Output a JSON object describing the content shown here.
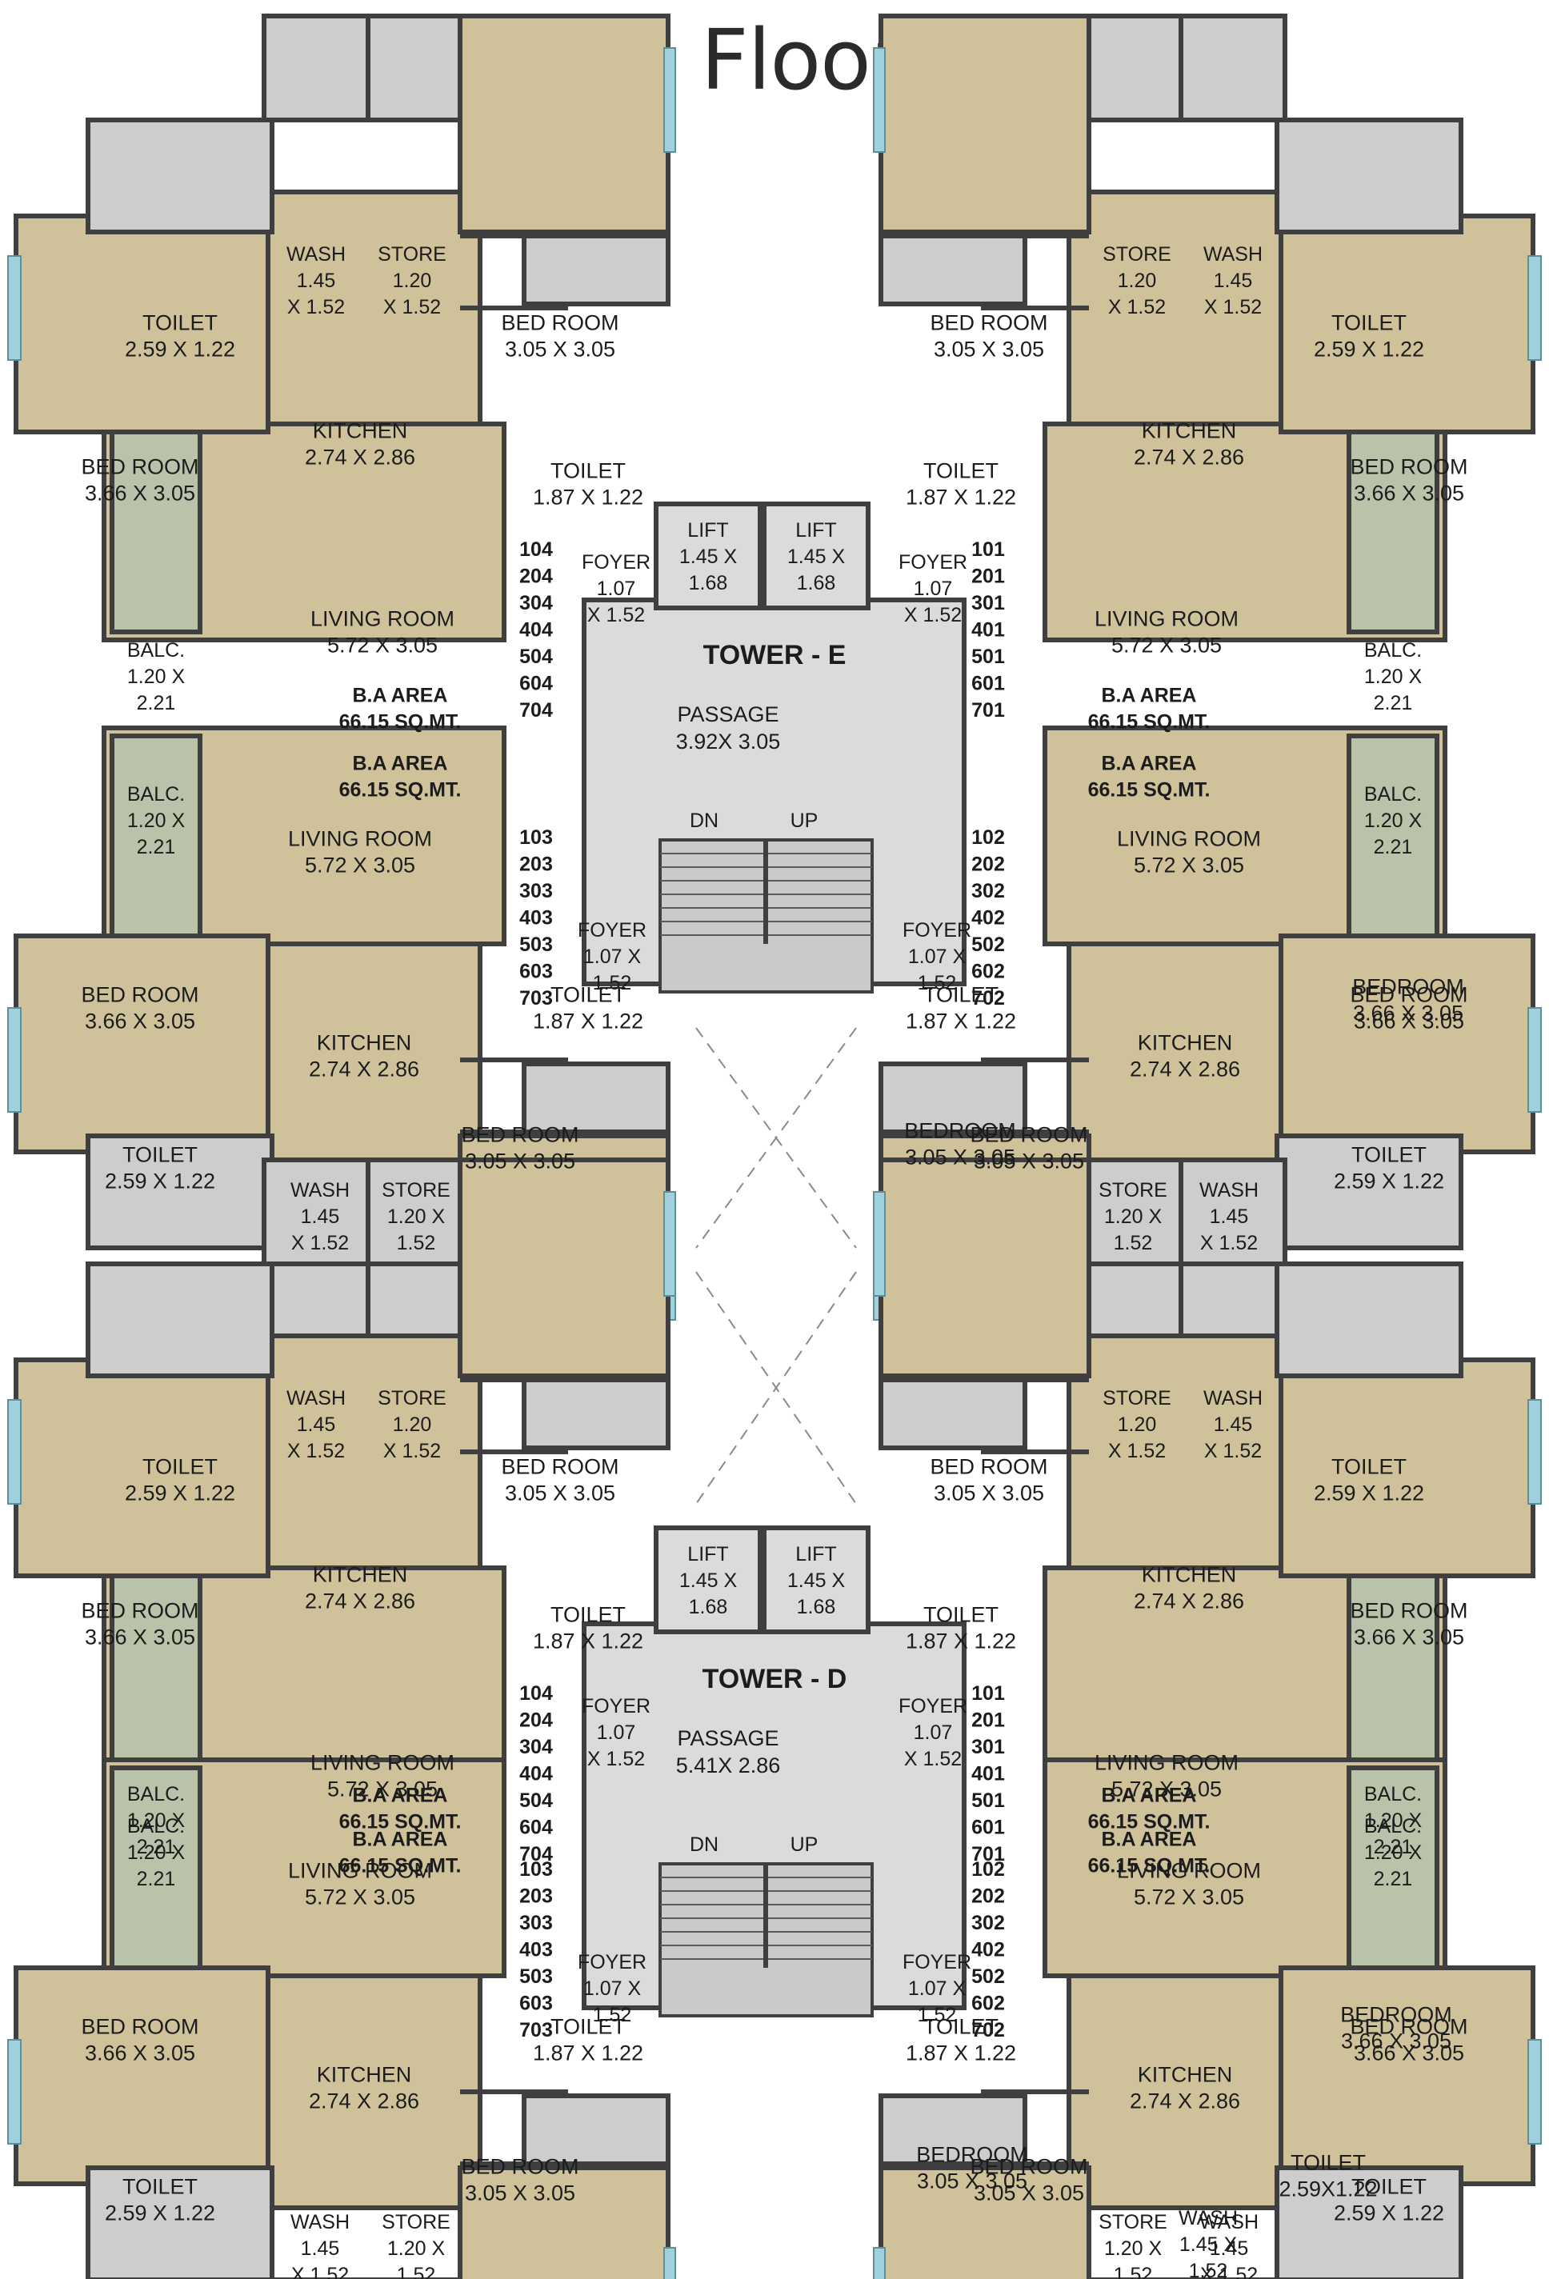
{
  "title": "Typical Floor Plan",
  "colors": {
    "room": "#cfc29b",
    "wet": "#cdcdcd",
    "balcony": "#b8c3a9",
    "core": "#d9dcd9",
    "wall": "#3f3f3f",
    "window": "#9fd1dd"
  },
  "towers": [
    {
      "id": "tower_e",
      "label": "TOWER - E",
      "passage": [
        "PASSAGE",
        "3.92X 3.05"
      ]
    },
    {
      "id": "tower_d",
      "label": "TOWER - D",
      "passage": [
        "PASSAGE",
        "5.41X 2.86"
      ]
    }
  ],
  "common": {
    "dn": "DN",
    "up": "UP",
    "lift": [
      "LIFT",
      "1.45 X",
      "1.68"
    ]
  },
  "flat_numbers": {
    "e_top_left": [
      "104",
      "204",
      "304",
      "404",
      "504",
      "604",
      "704"
    ],
    "e_top_right": [
      "101",
      "201",
      "301",
      "401",
      "501",
      "601",
      "701"
    ],
    "e_bottom_left": [
      "103",
      "203",
      "303",
      "403",
      "503",
      "603",
      "703"
    ],
    "e_bottom_right": [
      "102",
      "202",
      "302",
      "402",
      "502",
      "602",
      "702"
    ],
    "d_top_left": [
      "104",
      "204",
      "304",
      "404",
      "504",
      "604",
      "704"
    ],
    "d_top_right": [
      "101",
      "201",
      "301",
      "401",
      "501",
      "601",
      "701"
    ],
    "d_bottom_left": [
      "103",
      "203",
      "303",
      "403",
      "503",
      "603",
      "703"
    ],
    "d_bottom_right": [
      "102",
      "202",
      "302",
      "402",
      "502",
      "602",
      "702"
    ]
  },
  "labels": {
    "wash_a": [
      "WASH",
      "1.45",
      "X 1.52"
    ],
    "wash_b": [
      "WASH",
      "1.45",
      "X 1.52"
    ],
    "wash_c": [
      "WASH",
      "1.45 X",
      "1.52"
    ],
    "store_a": [
      "STORE",
      "1.20",
      "X 1.52"
    ],
    "store_b": [
      "STORE",
      "1.20 X",
      "1.52"
    ],
    "toilet_l": [
      "TOILET",
      "2.59 X 1.22"
    ],
    "toilet_s": [
      "TOILET",
      "1.87 X 1.22"
    ],
    "toilet_t": [
      "TOILET",
      "2.59X1.22"
    ],
    "bed_sm": [
      "BED ROOM",
      "3.05 X 3.05"
    ],
    "bed_sm2": [
      "BEDROOM",
      "3.05 X 3.05"
    ],
    "bed_lg": [
      "BED ROOM",
      "3.66 X 3.05"
    ],
    "bed_lg2": [
      "BEDROOM",
      "3.66 X 3.05"
    ],
    "kitchen": [
      "KITCHEN",
      "2.74 X 2.86"
    ],
    "living": [
      "LIVING ROOM",
      "5.72 X 3.05"
    ],
    "balc": [
      "BALC.",
      "1.20 X",
      "2.21"
    ],
    "ba_area": [
      "B.A AREA",
      "66.15 SQ.MT."
    ],
    "foyer_a": [
      "FOYER",
      "1.07",
      "X 1.52"
    ],
    "foyer_b": [
      "FOYER",
      "1.07 X",
      "1.52"
    ]
  }
}
